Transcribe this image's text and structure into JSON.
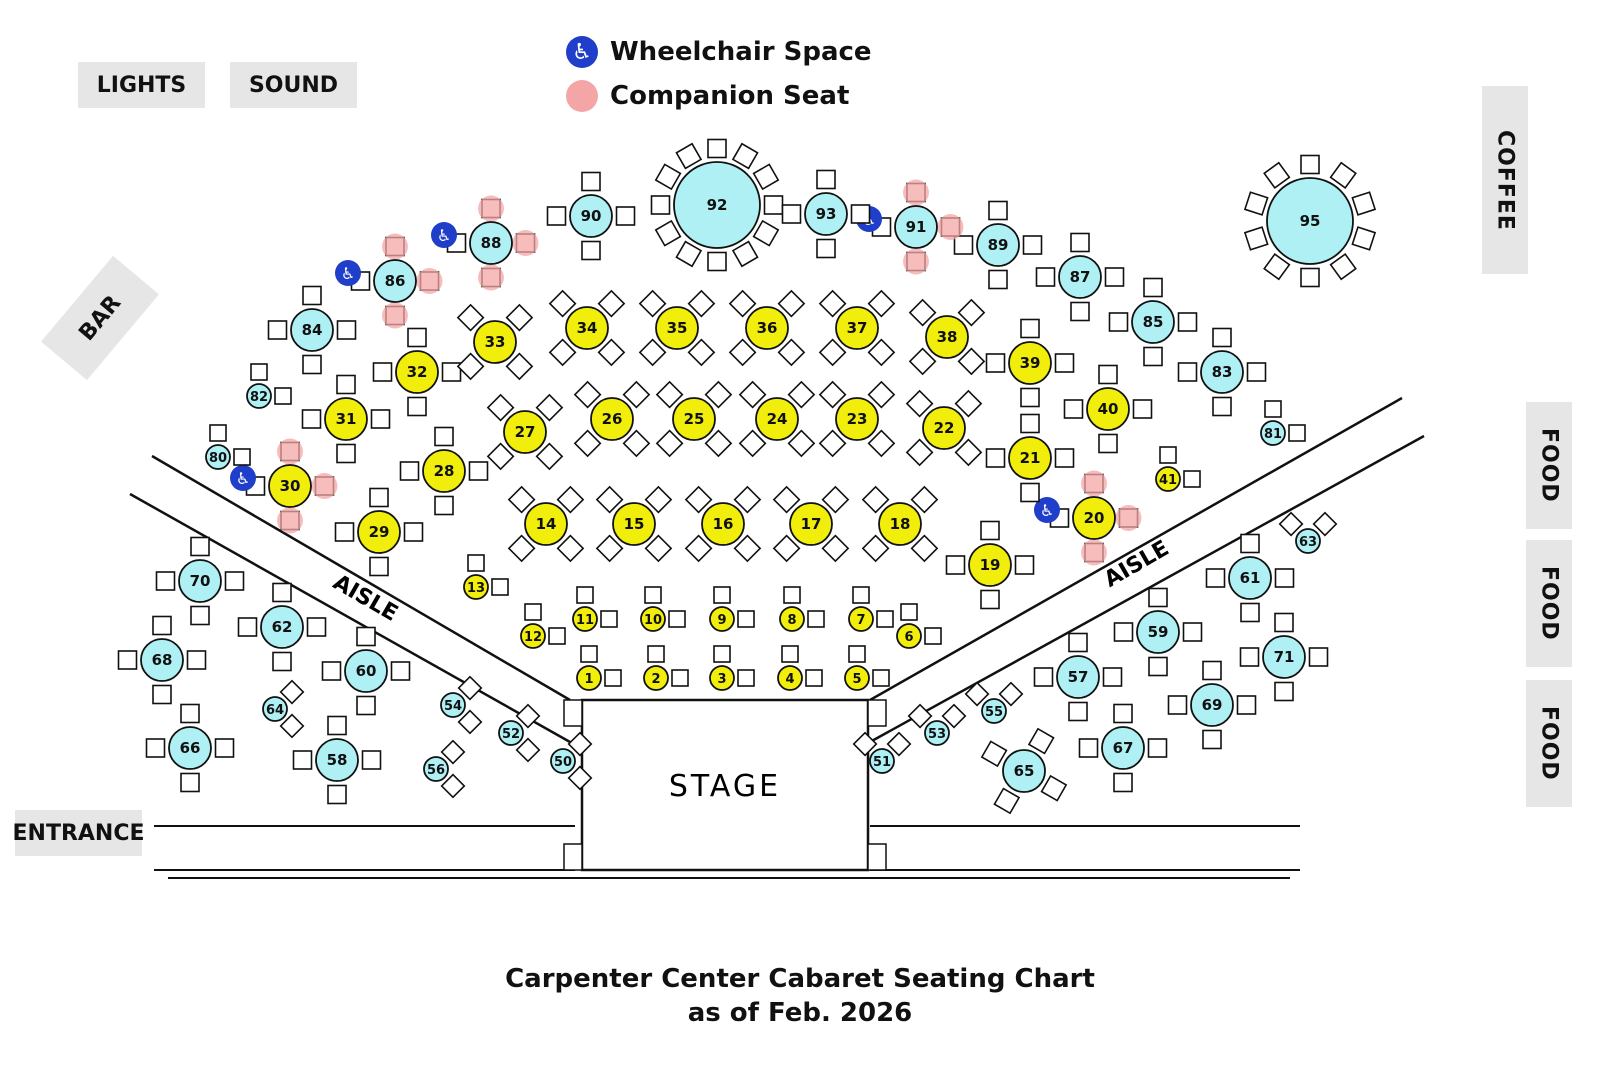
{
  "labels": {
    "lights": "LIGHTS",
    "sound": "SOUND",
    "bar": "BAR",
    "coffee": "COFFEE",
    "food": [
      "FOOD",
      "FOOD",
      "FOOD"
    ],
    "entrance": "ENTRANCE",
    "stage": "STAGE",
    "aisle_left": "AISLE",
    "aisle_right": "AISLE"
  },
  "legend": {
    "wheelchair": "Wheelchair Space",
    "companion": "Companion Seat"
  },
  "caption": {
    "line1": "Carpenter Center Cabaret Seating Chart",
    "line2": "as of Feb. 2026"
  },
  "colors": {
    "yellow_table": "#f2ee0c",
    "cyan_table": "#aef0f4",
    "companion": "#f4a6a6",
    "wheelchair": "#1f3ec9",
    "label_bg": "#e6e6e6"
  },
  "icons": {
    "wheelchair": "wheelchair-icon",
    "companion": "companion-seat-dot"
  },
  "tables": [
    {
      "n": "1",
      "c": "yellow"
    },
    {
      "n": "2",
      "c": "yellow"
    },
    {
      "n": "3",
      "c": "yellow"
    },
    {
      "n": "4",
      "c": "yellow"
    },
    {
      "n": "5",
      "c": "yellow"
    },
    {
      "n": "6",
      "c": "yellow"
    },
    {
      "n": "7",
      "c": "yellow"
    },
    {
      "n": "8",
      "c": "yellow"
    },
    {
      "n": "9",
      "c": "yellow"
    },
    {
      "n": "10",
      "c": "yellow"
    },
    {
      "n": "11",
      "c": "yellow"
    },
    {
      "n": "12",
      "c": "yellow"
    },
    {
      "n": "13",
      "c": "yellow"
    },
    {
      "n": "14",
      "c": "yellow"
    },
    {
      "n": "15",
      "c": "yellow"
    },
    {
      "n": "16",
      "c": "yellow"
    },
    {
      "n": "17",
      "c": "yellow"
    },
    {
      "n": "18",
      "c": "yellow"
    },
    {
      "n": "19",
      "c": "yellow"
    },
    {
      "n": "20",
      "c": "yellow",
      "wheelchair": true,
      "companion": true
    },
    {
      "n": "21",
      "c": "yellow"
    },
    {
      "n": "22",
      "c": "yellow"
    },
    {
      "n": "23",
      "c": "yellow"
    },
    {
      "n": "24",
      "c": "yellow"
    },
    {
      "n": "25",
      "c": "yellow"
    },
    {
      "n": "26",
      "c": "yellow"
    },
    {
      "n": "27",
      "c": "yellow"
    },
    {
      "n": "28",
      "c": "yellow"
    },
    {
      "n": "29",
      "c": "yellow"
    },
    {
      "n": "30",
      "c": "yellow",
      "wheelchair": true,
      "companion": true
    },
    {
      "n": "31",
      "c": "yellow"
    },
    {
      "n": "32",
      "c": "yellow"
    },
    {
      "n": "33",
      "c": "yellow"
    },
    {
      "n": "34",
      "c": "yellow"
    },
    {
      "n": "35",
      "c": "yellow"
    },
    {
      "n": "36",
      "c": "yellow"
    },
    {
      "n": "37",
      "c": "yellow"
    },
    {
      "n": "38",
      "c": "yellow"
    },
    {
      "n": "39",
      "c": "yellow"
    },
    {
      "n": "40",
      "c": "yellow"
    },
    {
      "n": "41",
      "c": "yellow"
    },
    {
      "n": "50",
      "c": "cyan"
    },
    {
      "n": "51",
      "c": "cyan"
    },
    {
      "n": "52",
      "c": "cyan"
    },
    {
      "n": "53",
      "c": "cyan"
    },
    {
      "n": "54",
      "c": "cyan"
    },
    {
      "n": "55",
      "c": "cyan"
    },
    {
      "n": "56",
      "c": "cyan"
    },
    {
      "n": "57",
      "c": "cyan"
    },
    {
      "n": "58",
      "c": "cyan"
    },
    {
      "n": "59",
      "c": "cyan"
    },
    {
      "n": "60",
      "c": "cyan"
    },
    {
      "n": "61",
      "c": "cyan"
    },
    {
      "n": "62",
      "c": "cyan"
    },
    {
      "n": "63",
      "c": "cyan"
    },
    {
      "n": "64",
      "c": "cyan"
    },
    {
      "n": "65",
      "c": "cyan"
    },
    {
      "n": "66",
      "c": "cyan"
    },
    {
      "n": "67",
      "c": "cyan"
    },
    {
      "n": "68",
      "c": "cyan"
    },
    {
      "n": "69",
      "c": "cyan"
    },
    {
      "n": "70",
      "c": "cyan"
    },
    {
      "n": "71",
      "c": "cyan"
    },
    {
      "n": "80",
      "c": "cyan"
    },
    {
      "n": "81",
      "c": "cyan"
    },
    {
      "n": "82",
      "c": "cyan"
    },
    {
      "n": "83",
      "c": "cyan"
    },
    {
      "n": "84",
      "c": "cyan"
    },
    {
      "n": "85",
      "c": "cyan"
    },
    {
      "n": "86",
      "c": "cyan",
      "wheelchair": true,
      "companion": true
    },
    {
      "n": "87",
      "c": "cyan"
    },
    {
      "n": "88",
      "c": "cyan",
      "wheelchair": true,
      "companion": true
    },
    {
      "n": "89",
      "c": "cyan"
    },
    {
      "n": "90",
      "c": "cyan"
    },
    {
      "n": "91",
      "c": "cyan",
      "wheelchair": true,
      "companion": true
    },
    {
      "n": "92",
      "c": "cyan"
    },
    {
      "n": "93",
      "c": "cyan"
    },
    {
      "n": "95",
      "c": "cyan"
    }
  ]
}
